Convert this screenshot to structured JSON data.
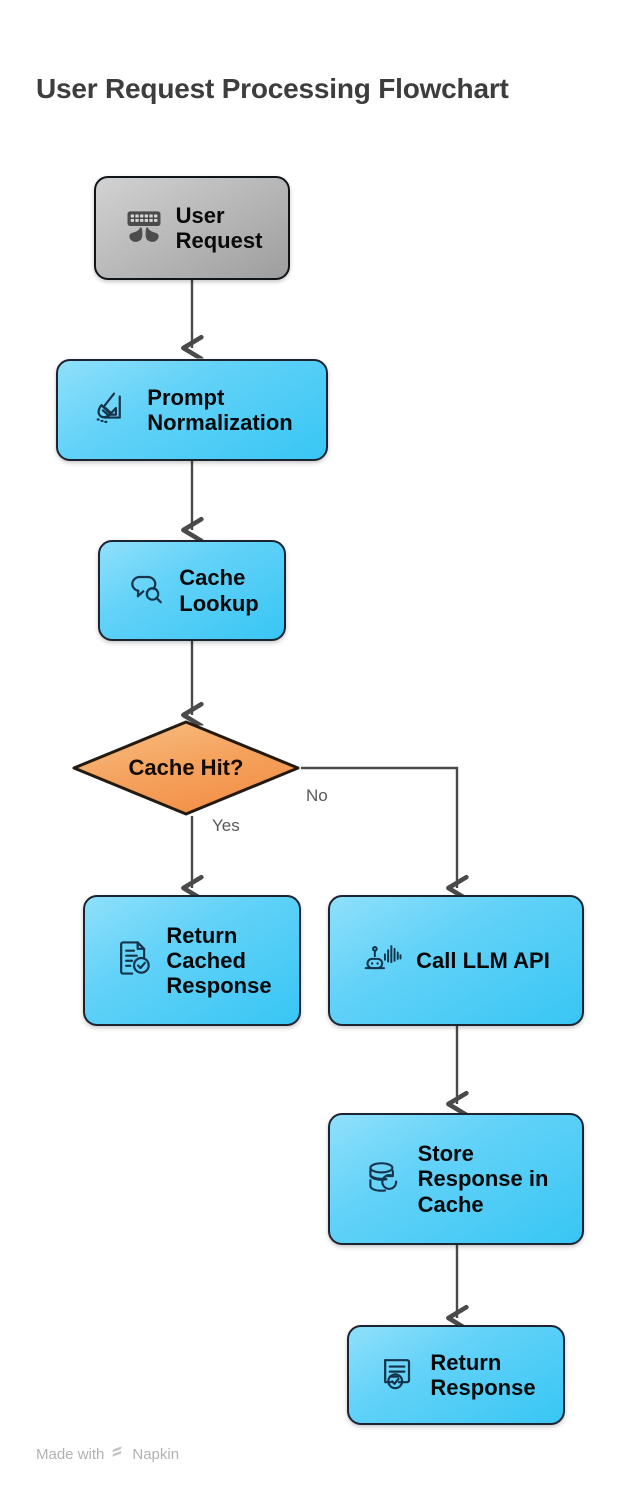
{
  "page": {
    "title": "User Request Processing Flowchart",
    "background": "#ffffff",
    "title_color": "#3d3d3d"
  },
  "theme": {
    "node_blue_top": "#8fe0fb",
    "node_blue_bottom": "#38c6f4",
    "node_gray_top": "#d2d2d2",
    "node_gray_bottom": "#9e9e9e",
    "decision_orange_top": "#f9c185",
    "decision_orange_bottom": "#f39149",
    "stroke": "#1b2430",
    "connector": "#4a4a4a",
    "edge_label_color": "#59595b"
  },
  "flowchart": {
    "type": "flowchart",
    "orientation": "top-to-bottom",
    "nodes": [
      {
        "id": "user-request",
        "label": "User\nRequest",
        "shape": "rounded-rect",
        "style": "gray",
        "icon": "keyboard-hands-icon"
      },
      {
        "id": "prompt-normalization",
        "label": "Prompt\nNormalization",
        "shape": "rounded-rect",
        "style": "blue",
        "icon": "broom-sweep-icon"
      },
      {
        "id": "cache-lookup",
        "label": "Cache\nLookup",
        "shape": "rounded-rect",
        "style": "blue",
        "icon": "speech-bubble-search-icon"
      },
      {
        "id": "cache-hit",
        "label": "Cache Hit?",
        "shape": "diamond",
        "style": "orange",
        "icon": null
      },
      {
        "id": "return-cached-response",
        "label": "Return\nCached\nResponse",
        "shape": "rounded-rect",
        "style": "blue",
        "icon": "document-check-icon"
      },
      {
        "id": "call-llm-api",
        "label": "Call LLM API",
        "shape": "rounded-rect",
        "style": "blue",
        "icon": "robot-waveform-icon"
      },
      {
        "id": "store-response-in-cache",
        "label": "Store\nResponse in\nCache",
        "shape": "rounded-rect",
        "style": "blue",
        "icon": "database-refresh-icon"
      },
      {
        "id": "return-response",
        "label": "Return\nResponse",
        "shape": "rounded-rect",
        "style": "blue",
        "icon": "certificate-check-icon"
      }
    ],
    "edges": [
      {
        "from": "user-request",
        "to": "prompt-normalization",
        "label": ""
      },
      {
        "from": "prompt-normalization",
        "to": "cache-lookup",
        "label": ""
      },
      {
        "from": "cache-lookup",
        "to": "cache-hit",
        "label": ""
      },
      {
        "from": "cache-hit",
        "to": "return-cached-response",
        "label": "Yes"
      },
      {
        "from": "cache-hit",
        "to": "call-llm-api",
        "label": "No"
      },
      {
        "from": "call-llm-api",
        "to": "store-response-in-cache",
        "label": ""
      },
      {
        "from": "store-response-in-cache",
        "to": "return-response",
        "label": ""
      }
    ]
  },
  "footer": {
    "made_with": "Made with",
    "brand": "Napkin"
  }
}
